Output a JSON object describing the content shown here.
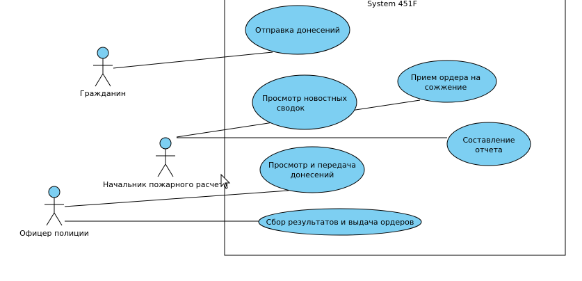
{
  "system": {
    "title": "System 451F"
  },
  "actors": {
    "citizen": "Гражданин",
    "fire_chief": "Начальник пожарного расчета",
    "police_officer": "Офицер полиции"
  },
  "use_cases": {
    "send_reports": [
      "Отправка донесений"
    ],
    "receive_burn_order": [
      "Прием ордера на",
      "сожжение"
    ],
    "view_news": [
      "Просмотр новостных",
      "сводок"
    ],
    "compose_report": [
      "Составление",
      "отчета"
    ],
    "view_transfer_reports": [
      "Просмотр и передача",
      "донесений"
    ],
    "collect_results": [
      "Сбор результатов и выдача ордеров"
    ]
  },
  "colors": {
    "use_case_fill": "#7dcff2",
    "actor_head_fill": "#7dcff2",
    "stroke": "#000000",
    "boundary": "#000000",
    "background": "#ffffff"
  },
  "icons": {
    "cursor": "mouse-pointer-icon"
  }
}
